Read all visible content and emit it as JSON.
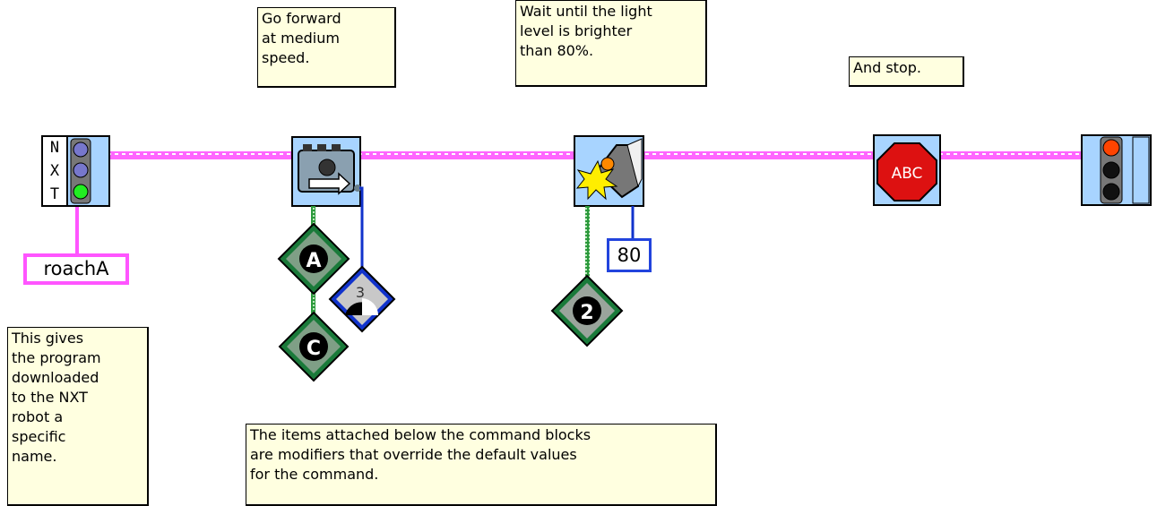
{
  "notes": {
    "forward": "Go forward\nat medium\nspeed.",
    "wait": "Wait until the light\nlevel is brighter\nthan 80%.",
    "stop": "And stop.",
    "name": "This gives\nthe program\ndownloaded\nto the NXT\nrobot a\nspecific\nname.",
    "modifiers": "The items attached below the command blocks\nare modifiers that override the default values\nfor the command."
  },
  "program_name": "roachA",
  "light_threshold": "80",
  "begin_block": {
    "letters": [
      "N",
      "X",
      "T"
    ]
  },
  "modifiers": {
    "motor_a": "A",
    "motor_c": "C",
    "power": "3",
    "sensor_port": "2"
  },
  "stop_sign": "ABC",
  "colors": {
    "sequence_wire": "#ff66ff",
    "block_fill": "#a8d4ff",
    "modifier_green": "#1a7a3a",
    "modifier_blue": "#1133cc",
    "note_fill": "#ffffe0",
    "stop_red": "#dd1111"
  }
}
